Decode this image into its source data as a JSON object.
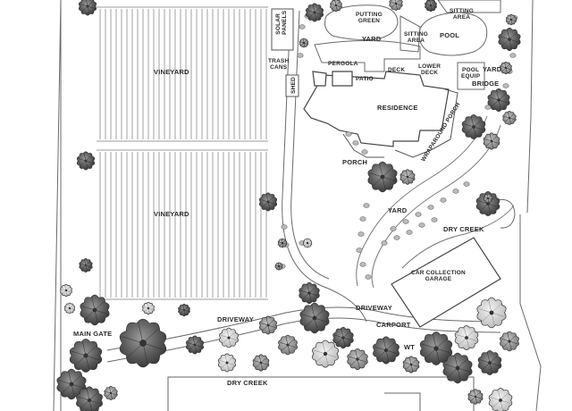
{
  "labels": {
    "vineyard_upper": "VINEYARD",
    "vineyard_lower": "VINEYARD",
    "solar_panels": "SOLAR\nPANELS",
    "trash_cans": "TRASH\nCANS",
    "shed": "SHED",
    "putting_green": "PUTTING\nGREEN",
    "yard_upper": "YARD",
    "sitting_area_center": "SITTING\nAREA",
    "pool": "POOL",
    "sitting_area_right": "SITTING\nAREA",
    "pergola": "PERGOLA",
    "patio": "PATIO",
    "deck": "DECK",
    "lower_deck": "LOWER\nDECK",
    "pool_equip": "POOL\nEQUIP",
    "yard_right": "YARD",
    "bridge": "BRIDGE",
    "residence": "RESIDENCE",
    "wraparound_porch": "WRAPAROUND PORCH",
    "porch": "PORCH",
    "yard_mid": "YARD",
    "dry_creek_mid": "DRY CREEK",
    "car_collection_garage": "CAR COLLECTION\nGARAGE",
    "driveway_left": "DRIVEWAY",
    "driveway_right": "DRIVEWAY",
    "carport": "CARPORT",
    "main_gate": "MAIN GATE",
    "wt": "WT",
    "dry_creek_bottom": "DRY CREEK"
  },
  "colors": {
    "line": "#5a5a5a",
    "tree_dark": "#5b5b5b",
    "tree_mid": "#8a8a8a",
    "tree_light": "#c9c9c9",
    "ground": "#ffffff"
  }
}
